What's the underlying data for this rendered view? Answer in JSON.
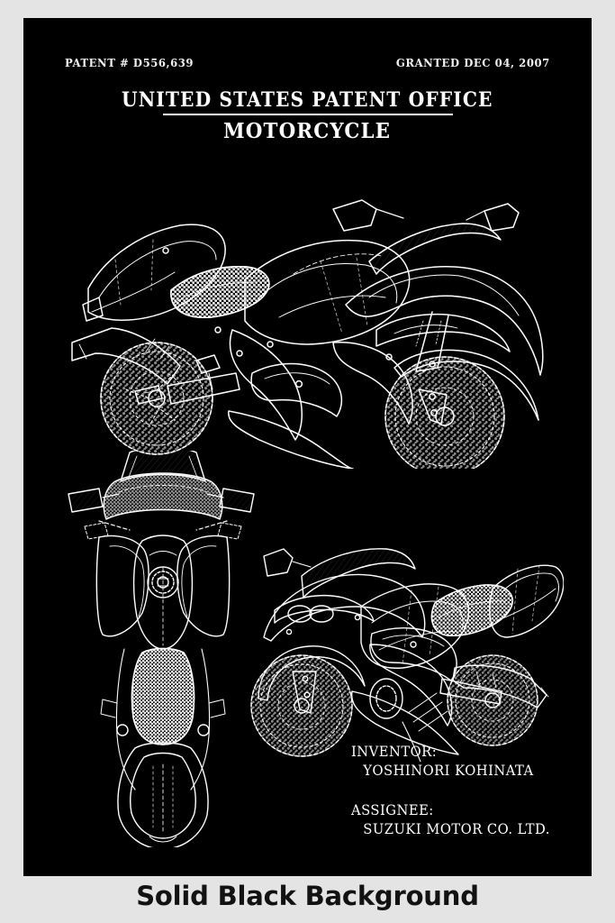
{
  "poster": {
    "background_color": "#e4e4e4",
    "panel_color": "#000000",
    "line_color": "#ffffff"
  },
  "header": {
    "patent_number": "PATENT # D556,639",
    "granted": "GRANTED  DEC 04, 2007",
    "office_title": "UNITED STATES PATENT OFFICE",
    "document_title": "MOTORCYCLE"
  },
  "credits": {
    "inventor_label": "INVENTOR:",
    "inventor_name": "YOSHINORI KOHINATA",
    "assignee_label": "ASSIGNEE:",
    "assignee_name": "SUZUKI MOTOR CO. LTD."
  },
  "drawings": {
    "main_view": "motorcycle-three-quarter-front-right-view",
    "top_view": "motorcycle-top-plan-view",
    "side_view": "motorcycle-three-quarter-front-left-view"
  },
  "caption": {
    "text": "Solid Black Background"
  }
}
